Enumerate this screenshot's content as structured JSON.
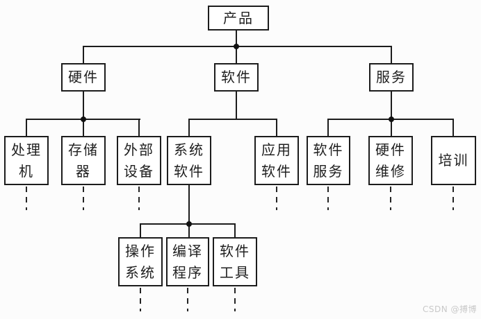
{
  "diagram": {
    "type": "tree",
    "nodes": {
      "product": {
        "label": "产品"
      },
      "hardware": {
        "label": "硬件"
      },
      "software": {
        "label": "软件"
      },
      "service": {
        "label": "服务"
      },
      "processor": {
        "label": "处理\n机"
      },
      "storage": {
        "label": "存储\n器"
      },
      "external_devices": {
        "label": "外部\n设备"
      },
      "system_software": {
        "label": "系统\n软件"
      },
      "application_software": {
        "label": "应用\n软件"
      },
      "software_service": {
        "label": "软件\n服务"
      },
      "hardware_maintenance": {
        "label": "硬件\n维修"
      },
      "training": {
        "label": "培训"
      },
      "operating_system": {
        "label": "操作\n系统"
      },
      "compiler": {
        "label": "编译\n程序"
      },
      "software_tools": {
        "label": "软件\n工具"
      }
    },
    "edges": [
      {
        "from": "product",
        "to": "hardware"
      },
      {
        "from": "product",
        "to": "software"
      },
      {
        "from": "product",
        "to": "service"
      },
      {
        "from": "hardware",
        "to": "processor"
      },
      {
        "from": "hardware",
        "to": "storage"
      },
      {
        "from": "hardware",
        "to": "external_devices"
      },
      {
        "from": "software",
        "to": "system_software"
      },
      {
        "from": "software",
        "to": "application_software"
      },
      {
        "from": "service",
        "to": "software_service"
      },
      {
        "from": "service",
        "to": "hardware_maintenance"
      },
      {
        "from": "service",
        "to": "training"
      },
      {
        "from": "system_software",
        "to": "operating_system"
      },
      {
        "from": "system_software",
        "to": "compiler"
      },
      {
        "from": "system_software",
        "to": "software_tools"
      }
    ],
    "continuation_nodes": [
      "processor",
      "storage",
      "external_devices",
      "application_software",
      "software_service",
      "hardware_maintenance",
      "training",
      "operating_system",
      "compiler",
      "software_tools"
    ],
    "colors": {
      "line": "#1c1c1c",
      "box_border": "#1c1c1c",
      "box_fill": "#ffffff",
      "background": "#fcfcfc",
      "watermark": "#c9c9c9"
    }
  },
  "watermark": {
    "text": "CSDN @搏博"
  }
}
